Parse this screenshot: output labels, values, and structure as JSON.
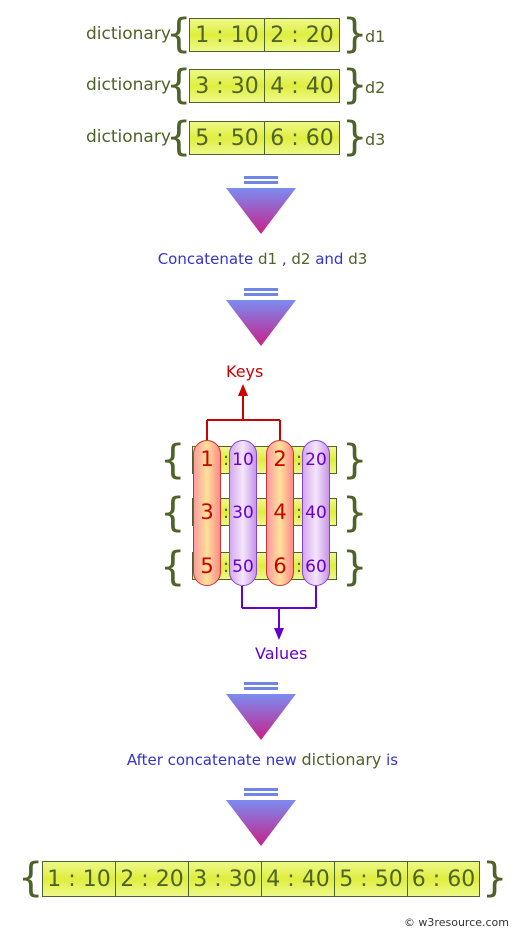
{
  "inputs": [
    {
      "label": "dictionary",
      "cells": [
        "1 : 10",
        "2 : 20"
      ],
      "name": "d1"
    },
    {
      "label": "dictionary",
      "cells": [
        "3 : 30",
        "4 : 40"
      ],
      "name": "d2"
    },
    {
      "label": "dictionary",
      "cells": [
        "5 : 50",
        "6 : 60"
      ],
      "name": "d3"
    }
  ],
  "step1": {
    "prefix": "Concatenate ",
    "d1": "d1",
    "comma": " , ",
    "d2": "d2",
    "and": " and ",
    "d3": "d3"
  },
  "keys_label": "Keys",
  "values_label": "Values",
  "grid": {
    "keys": [
      [
        "1",
        "2"
      ],
      [
        "3",
        "4"
      ],
      [
        "5",
        "6"
      ]
    ],
    "values": [
      [
        "10",
        "20"
      ],
      [
        "30",
        "40"
      ],
      [
        "50",
        "60"
      ]
    ],
    "colon": ":"
  },
  "step2": {
    "prefix": "After concatenate new ",
    "word": "dictionary",
    "suffix": " is"
  },
  "result": [
    "1 : 10",
    "2 : 20",
    "3 : 30",
    "4 : 40",
    "5 : 50",
    "6 : 60"
  ],
  "braces": {
    "open": "{",
    "close": "}"
  },
  "credit": "© w3resource.com",
  "colors": {
    "green": "#4f6228",
    "blue": "#3333cc",
    "key_red": "#cc0000",
    "value_purple": "#6600cc"
  }
}
